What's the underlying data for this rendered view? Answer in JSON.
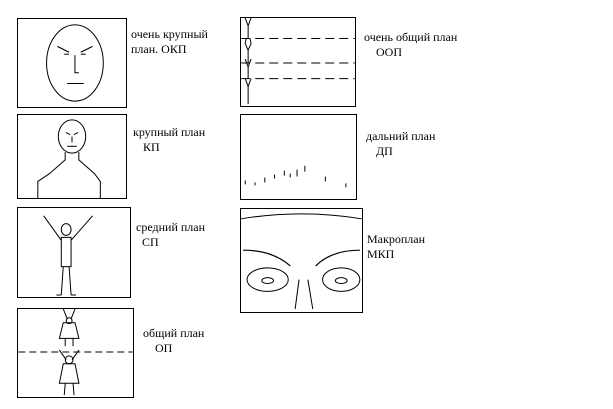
{
  "shots": [
    {
      "id": "okp",
      "name": "очень крупный",
      "name2": "план. ОКП",
      "abbr": ""
    },
    {
      "id": "kp",
      "name": "крупный план",
      "name2": "",
      "abbr": "КП"
    },
    {
      "id": "sp",
      "name": "средний план",
      "name2": "",
      "abbr": "СП"
    },
    {
      "id": "op",
      "name": "общий план",
      "name2": "",
      "abbr": "ОП"
    },
    {
      "id": "oop",
      "name": "очень общий план",
      "name2": "",
      "abbr": "ООП"
    },
    {
      "id": "dp",
      "name": "дальний план",
      "name2": "",
      "abbr": "ДП"
    },
    {
      "id": "mkp",
      "name": "Макроплан",
      "name2": "",
      "abbr": "МКП"
    }
  ],
  "colors": {
    "line": "#000000",
    "background": "#ffffff"
  }
}
